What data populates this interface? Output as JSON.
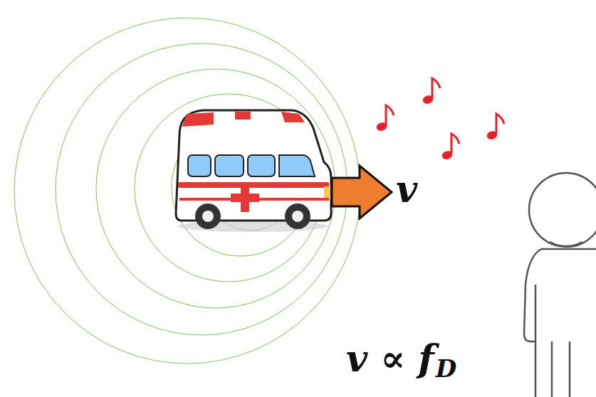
{
  "diagram": {
    "labels": [
      "v",
      "v ∝ f",
      "D"
    ]
  }
}
